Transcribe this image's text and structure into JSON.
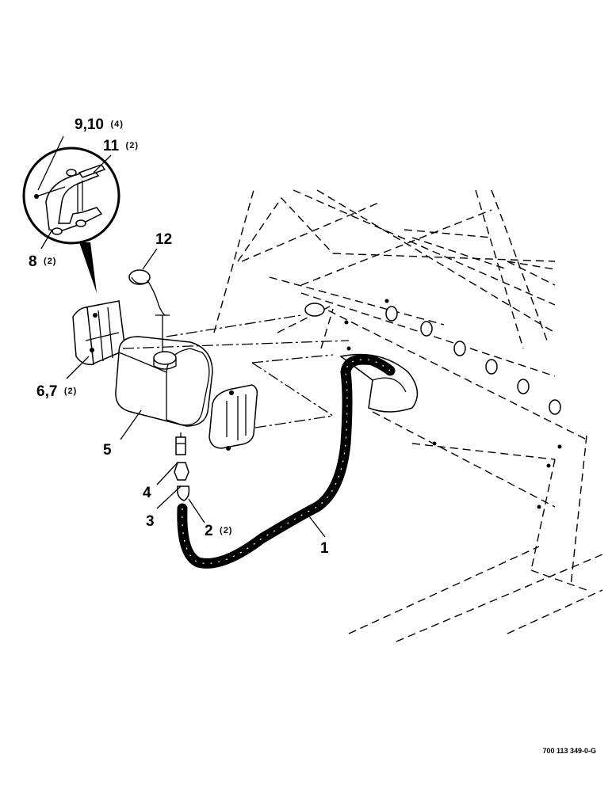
{
  "callouts": {
    "c9_10": {
      "main": "9,10",
      "qty": "(4)"
    },
    "c11": {
      "main": "11",
      "qty": "(2)"
    },
    "c8": {
      "main": "8",
      "qty": "(2)"
    },
    "c12": {
      "main": "12",
      "qty": ""
    },
    "c6_7": {
      "main": "6,7",
      "qty": "(2)"
    },
    "c5": {
      "main": "5",
      "qty": ""
    },
    "c4": {
      "main": "4",
      "qty": ""
    },
    "c3": {
      "main": "3",
      "qty": ""
    },
    "c2": {
      "main": "2",
      "qty": "(2)"
    },
    "c1": {
      "main": "1",
      "qty": ""
    }
  },
  "doc_number": "700 113 349-0-G"
}
